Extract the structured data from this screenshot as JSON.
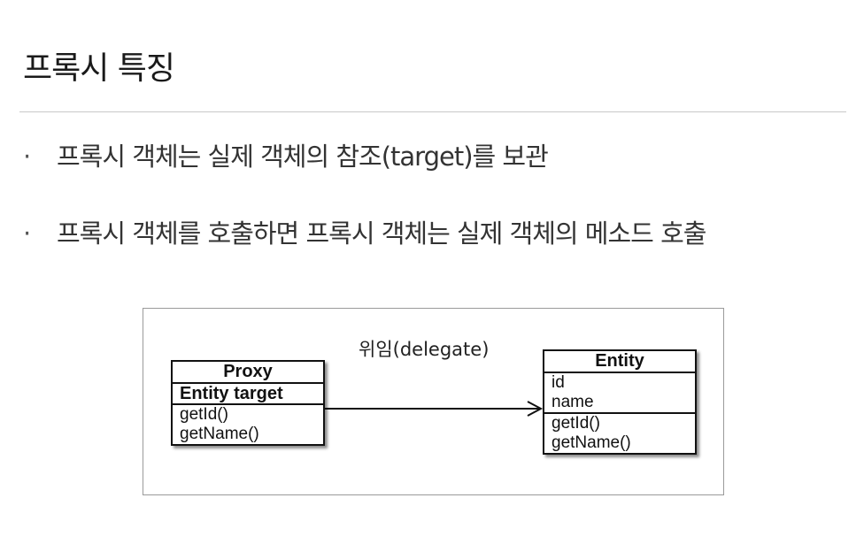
{
  "title": "프록시 특징",
  "bullets": [
    "프록시 객체는 실제 객체의 참조(target)를 보관",
    "프록시 객체를 호출하면 프록시 객체는 실제 객체의 메소드 호출"
  ],
  "bullet_marker": "·",
  "diagram": {
    "relation_label": "위임(delegate)",
    "proxy": {
      "name": "Proxy",
      "fields": [
        "Entity target"
      ],
      "methods": [
        "getId()",
        "getName()"
      ]
    },
    "entity": {
      "name": "Entity",
      "fields": [
        "id",
        "name"
      ],
      "methods": [
        "getId()",
        "getName()"
      ]
    }
  }
}
